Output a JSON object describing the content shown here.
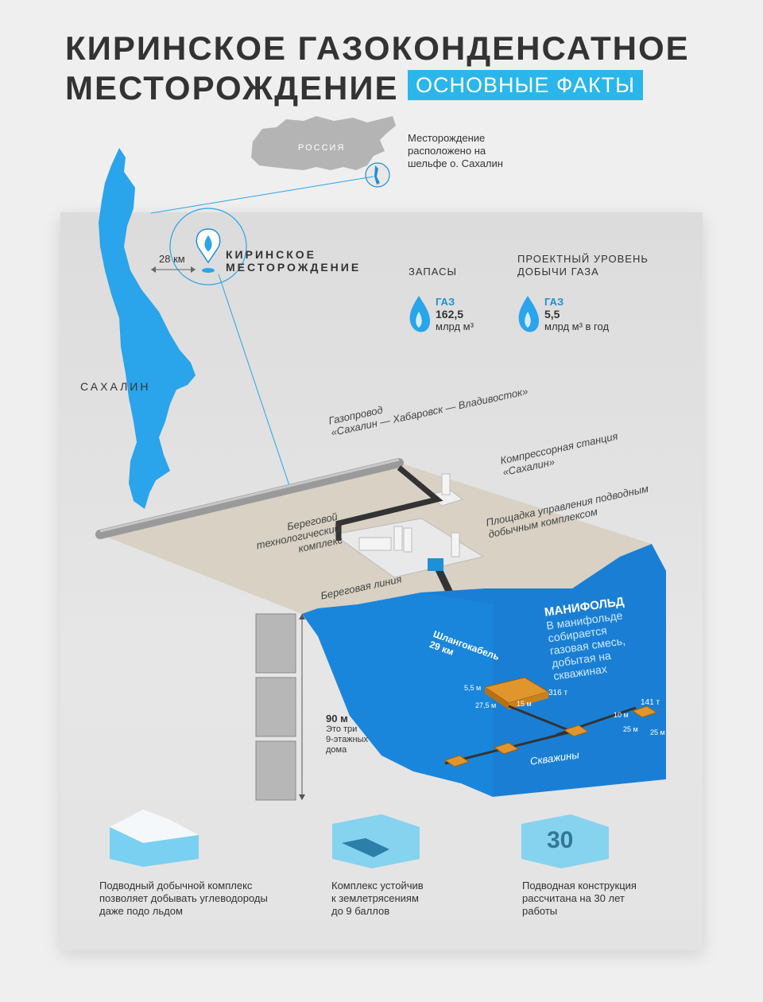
{
  "header": {
    "title_line1": "КИРИНСКОЕ ГАЗОКОНДЕНСАТНОЕ",
    "title_line2": "МЕСТОРОЖДЕНИЕ",
    "badge": "ОСНОВНЫЕ ФАКТЫ"
  },
  "map": {
    "russia_label": "РОССИЯ",
    "location_note": "Месторождение расположено на шельфе о. Сахалин",
    "sakhalin_label": "САХАЛИН",
    "distance": "28 км",
    "field_name_line1": "КИРИНСКОЕ",
    "field_name_line2": "МЕСТОРОЖДЕНИЕ"
  },
  "stats": {
    "reserves_heading": "ЗАПАСЫ",
    "reserves_gas_label": "ГАЗ",
    "reserves_value": "162,5",
    "reserves_unit": "млрд м³",
    "production_heading_line1": "ПРОЕКТНЫЙ УРОВЕНЬ",
    "production_heading_line2": "ДОБЫЧИ ГАЗА",
    "production_gas_label": "ГАЗ",
    "production_value": "5,5",
    "production_unit": "млрд м³ в год"
  },
  "scheme": {
    "pipeline_line1": "Газопровод",
    "pipeline_line2": "«Сахалин — Хабаровск — Владивосток»",
    "compressor_line1": "Компрессорная станция",
    "compressor_line2": "«Сахалин»",
    "onshore_line1": "Береговой",
    "onshore_line2": "технологический",
    "onshore_line3": "комплекс",
    "control_line1": "Площадка управления подводным",
    "control_line2": "добычным комплексом",
    "shoreline": "Береговая линия",
    "cable": "Шлангокабель",
    "cable_length": "29 км",
    "manifold_title": "МАНИФОЛЬД",
    "manifold_text_line1": "В манифольде",
    "manifold_text_line2": "собирается",
    "manifold_text_line3": "газовая смесь,",
    "manifold_text_line4": "добытая на",
    "manifold_text_line5": "скважинах",
    "manifold_height": "5,5 м",
    "manifold_length": "27,5 м",
    "manifold_width": "15 м",
    "manifold_weight": "316 т",
    "well_height": "10 м",
    "well_width": "25 м",
    "well_depth": "25 м",
    "well_weight": "141 т",
    "wells_label": "Скважины",
    "depth_value": "90 м",
    "depth_line1": "Это три",
    "depth_line2": "9-этажных",
    "depth_line3": "дома"
  },
  "facts": [
    {
      "line1": "Подводный добычной комплекс",
      "line2": "позволяет добывать углеводороды",
      "line3": "даже подо льдом"
    },
    {
      "line1": "Комплекс устойчив",
      "line2": "к землетрясениям",
      "line3": "до 9 баллов"
    },
    {
      "line1": "Подводная конструкция",
      "line2": "рассчитана на 30 лет",
      "line3": "работы",
      "cube_number": "30"
    }
  ],
  "colors": {
    "accent": "#2ab6ea",
    "sea": "#1a7fd4",
    "sea_front": "#1b8de0",
    "land": "#d8d1c4",
    "equipment": "#e0962c"
  }
}
